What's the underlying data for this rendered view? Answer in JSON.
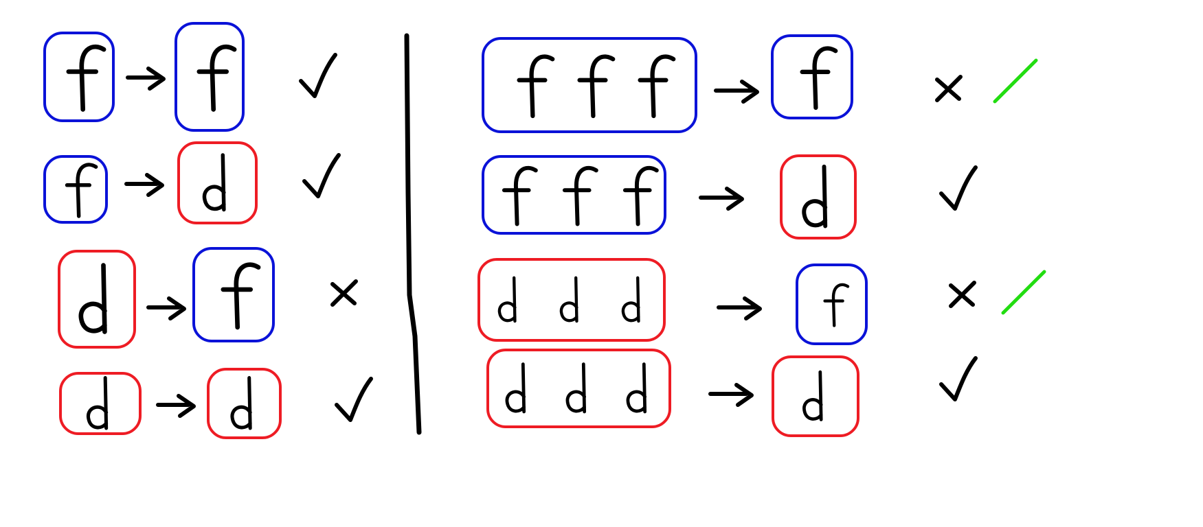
{
  "colors": {
    "group_f": "#0a12d8",
    "group_d": "#ee1c24",
    "ink": "#000000",
    "correction": "#22dd11"
  },
  "icons": {
    "check": "check-mark-icon",
    "cross": "cross-mark-icon",
    "correction": "green-slash-icon",
    "arrow": "right-arrow-icon"
  },
  "left_column": {
    "rows": [
      {
        "input": [
          "f"
        ],
        "input_group": "f",
        "output": "f",
        "output_group": "f",
        "result": "check"
      },
      {
        "input": [
          "f"
        ],
        "input_group": "f",
        "output": "d",
        "output_group": "d",
        "result": "check"
      },
      {
        "input": [
          "d"
        ],
        "input_group": "d",
        "output": "f",
        "output_group": "f",
        "result": "cross"
      },
      {
        "input": [
          "d"
        ],
        "input_group": "d",
        "output": "d",
        "output_group": "d",
        "result": "check"
      }
    ]
  },
  "right_column": {
    "rows": [
      {
        "input": [
          "f",
          "f",
          "f"
        ],
        "input_group": "f",
        "output": "f",
        "output_group": "f",
        "result": "cross",
        "corrected": true
      },
      {
        "input": [
          "f",
          "f",
          "f"
        ],
        "input_group": "f",
        "output": "d",
        "output_group": "d",
        "result": "check",
        "corrected": false
      },
      {
        "input": [
          "d",
          "d",
          "d"
        ],
        "input_group": "d",
        "output": "f",
        "output_group": "f",
        "result": "cross",
        "corrected": true
      },
      {
        "input": [
          "d",
          "d",
          "d"
        ],
        "input_group": "d",
        "output": "d",
        "output_group": "d",
        "result": "check",
        "corrected": false
      }
    ]
  }
}
